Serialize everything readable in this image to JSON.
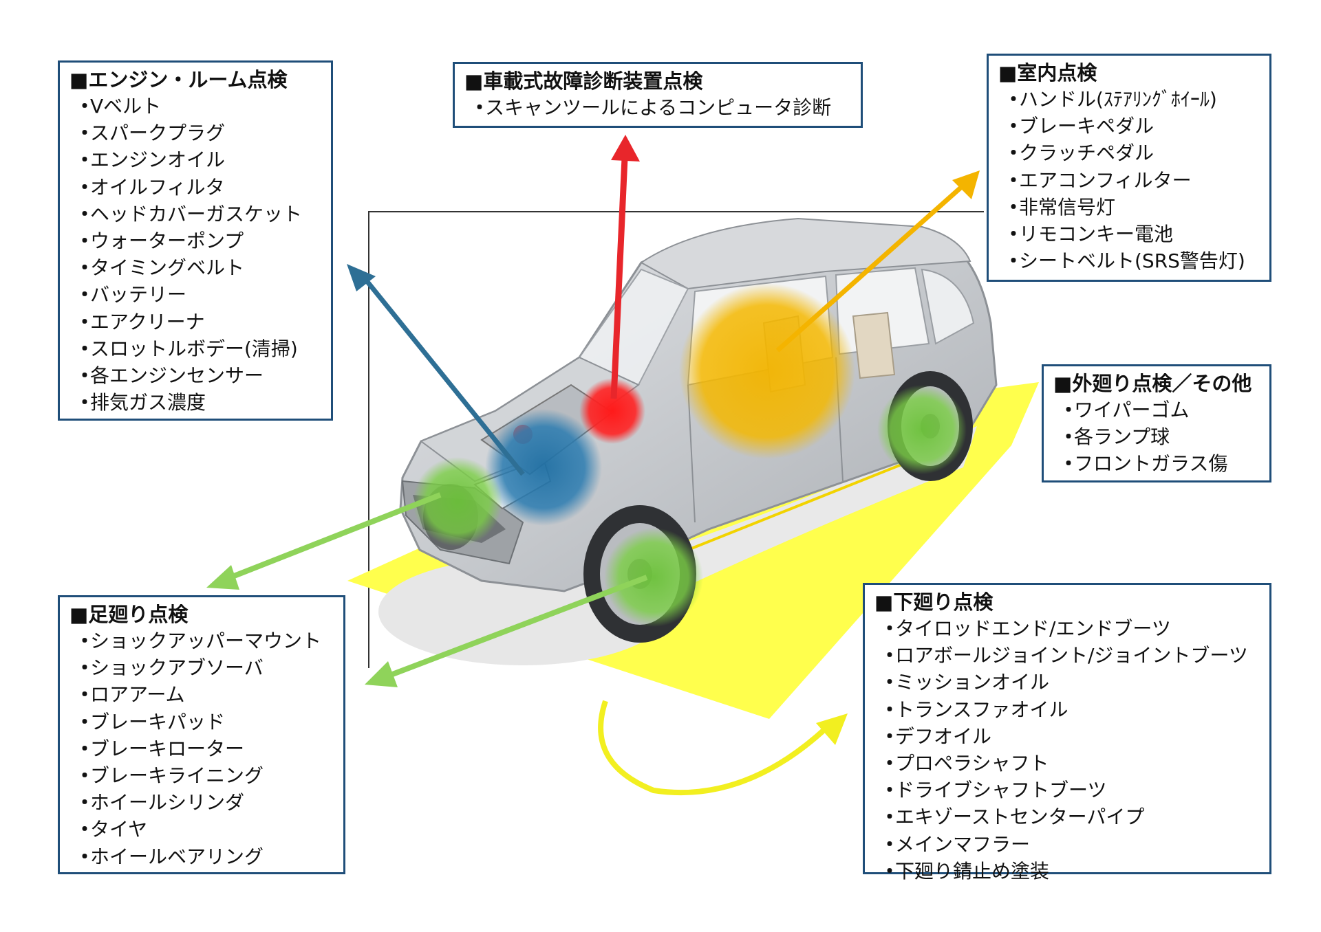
{
  "panels": {
    "engine": {
      "title": "■エンジン・ルーム点検",
      "items": [
        "Vベルト",
        "スパークプラグ",
        "エンジンオイル",
        "オイルフィルタ",
        "ヘッドカバーガスケット",
        "ウォーターポンプ",
        "タイミングベルト",
        "バッテリー",
        "エアクリーナ",
        "スロットルボデー(清掃)",
        "各エンジンセンサー",
        "排気ガス濃度"
      ]
    },
    "obd": {
      "title": "■車載式故障診断装置点検",
      "items": [
        "スキャンツールによるコンピュータ診断"
      ]
    },
    "interior": {
      "title": "■室内点検",
      "items": [
        "ハンドル(ｽﾃｱﾘﾝｸﾞﾎｲｰﾙ)",
        "ブレーキペダル",
        "クラッチペダル",
        "エアコンフィルター",
        "非常信号灯",
        "リモコンキー電池",
        "シートベルト(SRS警告灯)"
      ]
    },
    "exterior": {
      "title": "■外廻り点検／その他",
      "items": [
        "ワイパーゴム",
        "各ランプ球",
        "フロントガラス傷"
      ]
    },
    "suspension": {
      "title": "■足廻り点検",
      "items": [
        "ショックアッパーマウント",
        "ショックアブソーバ",
        "ロアアーム",
        "ブレーキパッド",
        "ブレーキローター",
        "ブレーキライニング",
        "ホイールシリンダ",
        "タイヤ",
        "ホイールベアリング"
      ]
    },
    "underbody": {
      "title": "■下廻り点検",
      "items": [
        "タイロッドエンド/エンドブーツ",
        "ロアボールジョイント/ジョイントブーツ",
        "ミッションオイル",
        "トランスファオイル",
        "デフオイル",
        "プロペラシャフト",
        "ドライブシャフトブーツ",
        "エキゾーストセンターパイプ",
        "メインマフラー",
        "下廻り錆止め塗装"
      ]
    }
  },
  "colors": {
    "panel_border": "#1f4e79",
    "engine_arrow": "#2e6f95",
    "obd_arrow": "#e8262b",
    "interior_arrow": "#f4b400",
    "suspension_arrow": "#8fd35a",
    "underbody_floor": "#ffff4d",
    "car_body": "#c9ccd0"
  }
}
